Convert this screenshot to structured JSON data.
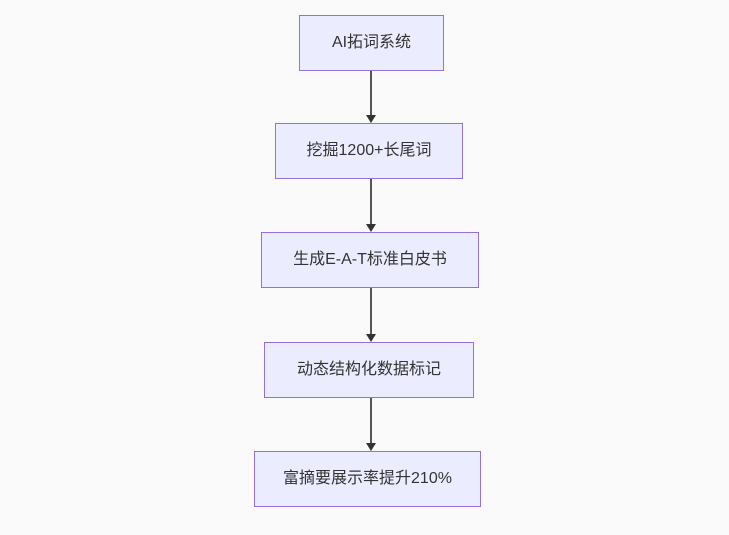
{
  "theme": {
    "page-bg": "#fafafa",
    "node-fill": "#ececff",
    "node-border": "#9370db",
    "edge-line": "#555555",
    "arrow-head": "#333333",
    "node-text": "#333333"
  },
  "diagram": {
    "type": "flowchart",
    "direction": "top-down",
    "nodes": [
      {
        "id": "n1",
        "label": "AI拓词系统"
      },
      {
        "id": "n2",
        "label": "挖掘1200+长尾词"
      },
      {
        "id": "n3",
        "label": "生成E-A-T标准白皮书"
      },
      {
        "id": "n4",
        "label": "动态结构化数据标记"
      },
      {
        "id": "n5",
        "label": "富摘要展示率提升210%"
      }
    ],
    "edges": [
      {
        "from": "n1",
        "to": "n2",
        "style": "arrow"
      },
      {
        "from": "n2",
        "to": "n3",
        "style": "arrow"
      },
      {
        "from": "n3",
        "to": "n4",
        "style": "arrow"
      },
      {
        "from": "n4",
        "to": "n5",
        "style": "arrow"
      }
    ]
  }
}
